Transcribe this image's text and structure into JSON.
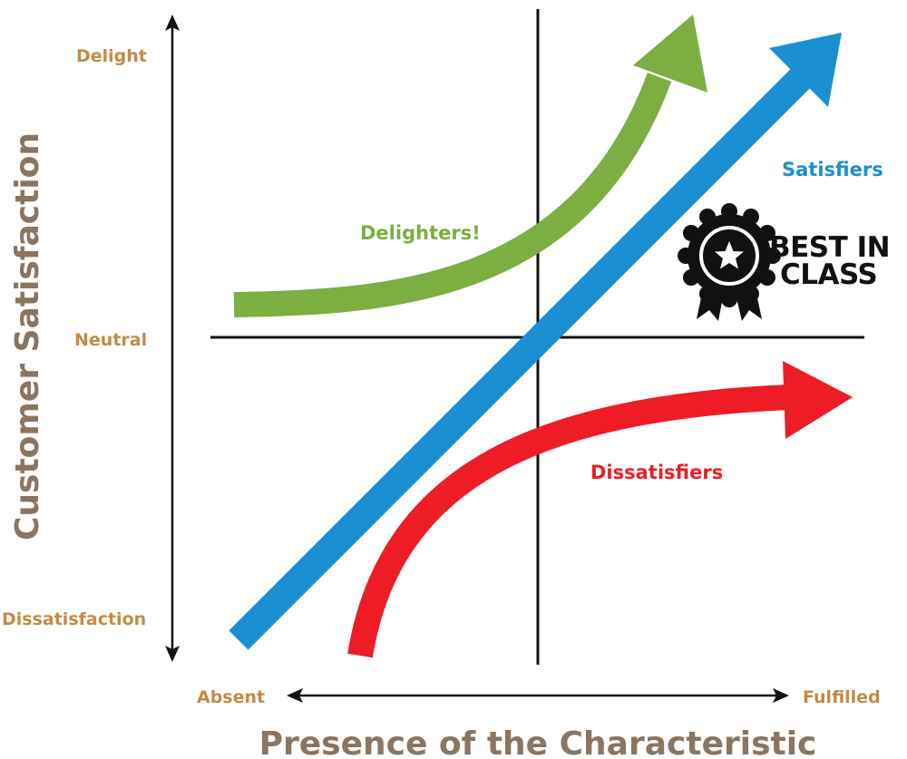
{
  "axes": {
    "y_title": "Customer Satisfaction",
    "x_title": "Presence of the Characteristic",
    "y_ticks": {
      "top": "Delight",
      "middle": "Neutral",
      "bottom": "Dissatisfaction"
    },
    "x_ticks": {
      "left": "Absent",
      "right": "Fulfilled"
    }
  },
  "curves": {
    "delighters": "Delighters!",
    "satisfiers": "Satisfiers",
    "dissatisfiers": "Dissatisfiers"
  },
  "badge": {
    "line1": "BEST IN",
    "line2": "CLASS",
    "icon": "award-ribbon-star-icon"
  },
  "colors": {
    "label_text": "#C58A45",
    "axis_title": "#8B7560",
    "delighters": "#7CAE42",
    "satisfiers": "#1A8FD1",
    "dissatisfiers": "#EE1C25",
    "axis_lines": "#111111"
  }
}
